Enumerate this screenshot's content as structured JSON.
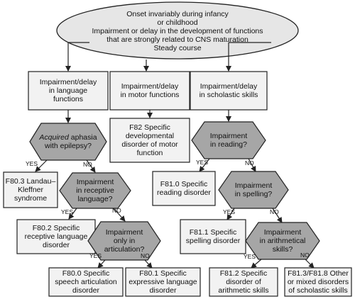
{
  "root": {
    "lines": [
      "Onset invariably during infancy",
      "or childhood",
      "Impairment or delay in the development of functions",
      "that are strongly related to CNS maturation",
      "Steady course"
    ]
  },
  "categories": {
    "language": "Impairment/delay\nin language\nfunctions",
    "motor": "Impairment/delay\nin motor functions",
    "scholastic": "Impairment/delay\nin scholastic skills"
  },
  "decisions": {
    "aphasia_em": "Acquired",
    "aphasia_rest": " aphasia\nwith epilepsy?",
    "receptive": "Impairment\nin receptive\nlanguage?",
    "articulation": "Impairment\nonly in\narticulation?",
    "reading": "Impairment\nin reading?",
    "spelling": "Impairment\nin spelling?",
    "arithmetic": "Impairment\nin arithmetical\nskills?"
  },
  "outcomes": {
    "f82": "F82 Specific\ndevelopmental\ndisorder of motor\nfunction",
    "f803": "F80.3 Landau–\nKleffner\nsyndrome",
    "f802": "F80.2 Specific\nreceptive language\ndisorder",
    "f800": "F80.0 Specific\nspeech articulation\ndisorder",
    "f801": "F80.1 Specific\nexpressive language\ndisorder",
    "f810": "F81.0 Specific\nreading disorder",
    "f811": "F81.1 Specific\nspelling disorder",
    "f812": "F81.2 Specific\ndisorder of\narithmetic skills",
    "f813": "F81.3/F81.8 Other\nor mixed disorders\nof scholastic skills"
  },
  "edge_labels": {
    "yes": "YES",
    "no": "NO"
  },
  "colors": {
    "box_fill": "#f2f2f2",
    "diamond_fill": "#a6a6a6",
    "ellipse_fill": "#e6e6e6",
    "stroke": "#222222"
  }
}
